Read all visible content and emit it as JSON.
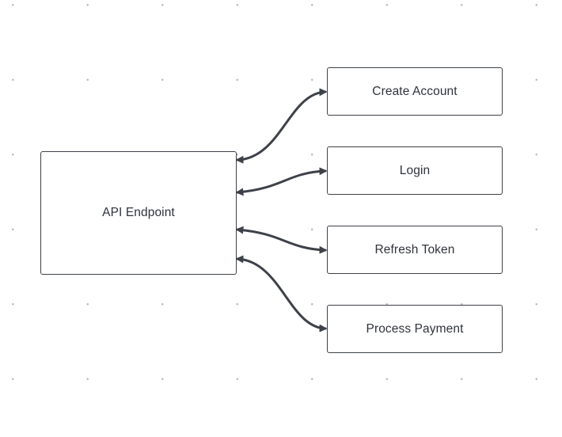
{
  "diagram": {
    "nodes": {
      "api_endpoint": {
        "label": "API Endpoint"
      },
      "create_account": {
        "label": "Create Account"
      },
      "login": {
        "label": "Login"
      },
      "refresh_token": {
        "label": "Refresh Token"
      },
      "process_payment": {
        "label": "Process Payment"
      }
    },
    "edges": [
      {
        "from": "API Endpoint",
        "to": "Create Account",
        "direction": "bidirectional"
      },
      {
        "from": "API Endpoint",
        "to": "Login",
        "direction": "bidirectional"
      },
      {
        "from": "API Endpoint",
        "to": "Refresh Token",
        "direction": "bidirectional"
      },
      {
        "from": "API Endpoint",
        "to": "Process Payment",
        "direction": "bidirectional"
      }
    ],
    "colors": {
      "stroke": "#3d4148",
      "text": "#2f333a",
      "grid_dot": "#b9bdc3",
      "background": "#ffffff"
    }
  }
}
